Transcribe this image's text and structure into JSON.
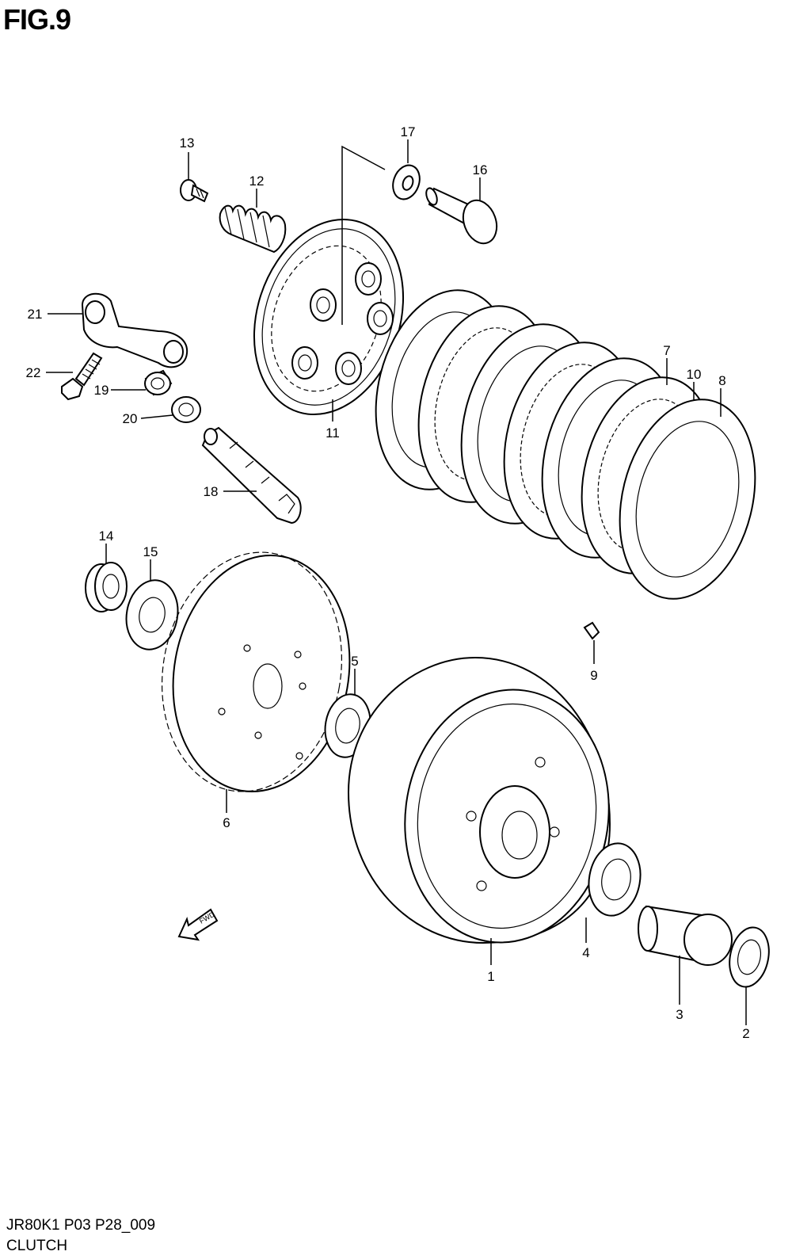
{
  "figure": {
    "title": "FIG.9"
  },
  "footer": {
    "code": "JR80K1 P03 P28_009",
    "name": "CLUTCH"
  },
  "direction": {
    "text": "FWD"
  },
  "parts": [
    {
      "id": "p1",
      "number": "1"
    },
    {
      "id": "p2",
      "number": "2"
    },
    {
      "id": "p3",
      "number": "3"
    },
    {
      "id": "p4",
      "number": "4"
    },
    {
      "id": "p5",
      "number": "5"
    },
    {
      "id": "p6",
      "number": "6"
    },
    {
      "id": "p7",
      "number": "7"
    },
    {
      "id": "p8",
      "number": "8"
    },
    {
      "id": "p9",
      "number": "9"
    },
    {
      "id": "p10",
      "number": "10"
    },
    {
      "id": "p11",
      "number": "11"
    },
    {
      "id": "p12",
      "number": "12"
    },
    {
      "id": "p13",
      "number": "13"
    },
    {
      "id": "p14",
      "number": "14"
    },
    {
      "id": "p15",
      "number": "15"
    },
    {
      "id": "p16",
      "number": "16"
    },
    {
      "id": "p17",
      "number": "17"
    },
    {
      "id": "p18",
      "number": "18"
    },
    {
      "id": "p19",
      "number": "19"
    },
    {
      "id": "p20",
      "number": "20"
    },
    {
      "id": "p21",
      "number": "21"
    },
    {
      "id": "p22",
      "number": "22"
    }
  ]
}
